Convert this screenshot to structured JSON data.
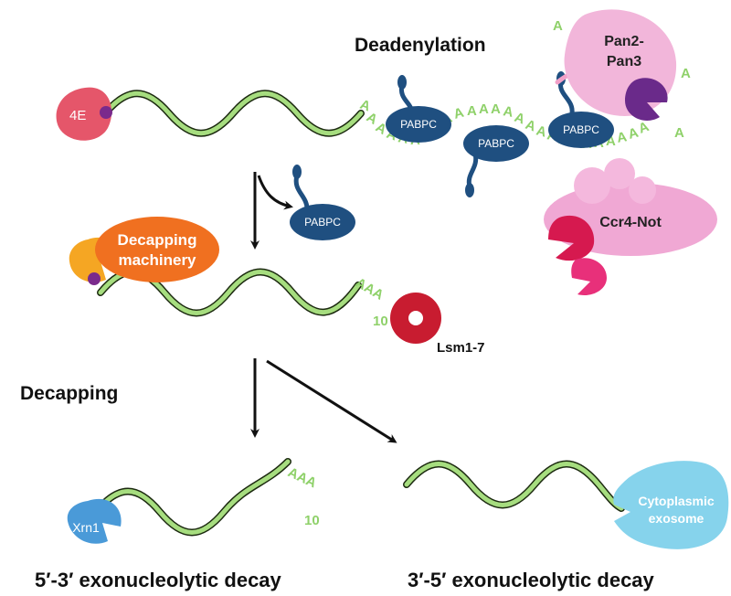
{
  "labels": {
    "deadenylation": "Deadenylation",
    "decapping": "Decapping",
    "pathway_5to3": "5′-3′ exonucleolytic decay",
    "pathway_3to5": "3′-5′ exonucleolytic decay"
  },
  "proteins": {
    "cap_binding": "4E",
    "pabpc": "PABPC",
    "pan2": "Pan2-",
    "pan3": "Pan3",
    "ccr4_not": "Ccr4-Not",
    "decapping_line1": "Decapping",
    "decapping_line2": "machinery",
    "lsm": "Lsm1-7",
    "xrn1": "Xrn1",
    "exosome_line1": "Cytoplasmic",
    "exosome_line2": "exosome"
  },
  "tails": {
    "a": "A",
    "short_tail": "AAA",
    "subscript": "10"
  },
  "colors": {
    "mrna_fill": "#a6dd7f",
    "mrna_outline": "#1c2a10",
    "poly_a": "#8fd16a",
    "pabpc": "#1f4f80",
    "cap_4e": "#e5566a",
    "cap_dot": "#7a2a8c",
    "pan_complex": "#f2b6da",
    "pan_nuclease": "#6a2a8a",
    "ccr4_not": "#f0a8d4",
    "ccr4_nuclease_1": "#d6194f",
    "ccr4_nuclease_2": "#e8307a",
    "decapping_orange": "#f07020",
    "decapping_yellow": "#f5a623",
    "lsm": "#c81c30",
    "xrn1": "#4a9ad8",
    "exosome": "#86d3ec",
    "arrow": "#111111"
  }
}
